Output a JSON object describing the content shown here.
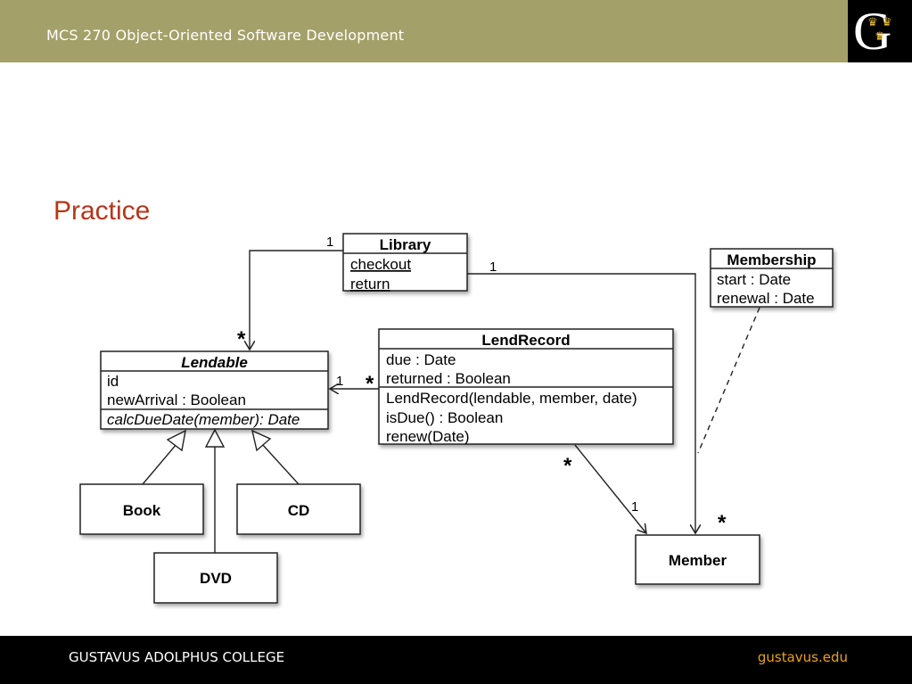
{
  "header": {
    "title": "MCS 270 Object-Oriented Software Development"
  },
  "logo": {
    "letter": "G",
    "crown": "♛"
  },
  "slide": {
    "title": "Practice"
  },
  "diagram": {
    "classes": {
      "library": {
        "name": "Library",
        "ops": [
          "checkout",
          "return"
        ]
      },
      "membership": {
        "name": "Membership",
        "attrs": [
          "start : Date",
          "renewal : Date"
        ]
      },
      "lendable": {
        "name": "Lendable",
        "attrs": [
          "id",
          "newArrival : Boolean"
        ],
        "ops": [
          "calcDueDate(member): Date"
        ]
      },
      "lendrecord": {
        "name": "LendRecord",
        "attrs": [
          "due : Date",
          "returned : Boolean"
        ],
        "ops": [
          "LendRecord(lendable, member, date)",
          "isDue() : Boolean",
          "renew(Date)"
        ]
      },
      "book": {
        "name": "Book"
      },
      "cd": {
        "name": "CD"
      },
      "dvd": {
        "name": "DVD"
      },
      "member": {
        "name": "Member"
      }
    },
    "multiplicities": {
      "library_lendable_one": "1",
      "library_lendable_many": "*",
      "library_member_one": "1",
      "lendrecord_lendable_one": "1",
      "lendrecord_lendable_many": "*",
      "lendrecord_member_many": "*",
      "lendrecord_member_one": "1",
      "member_library_many": "*"
    }
  },
  "footer": {
    "left": "GUSTAVUS ADOLPHUS COLLEGE",
    "right": "gustavus.edu"
  }
}
